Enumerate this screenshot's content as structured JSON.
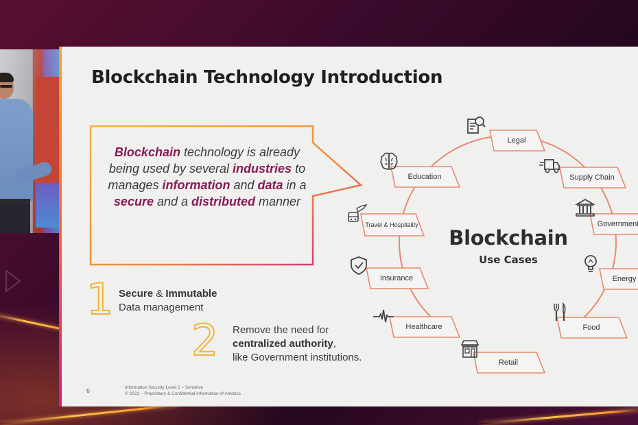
{
  "slide": {
    "title": "Blockchain Technology Introduction",
    "callout": {
      "parts": [
        {
          "text": "Blockchain",
          "highlight": true
        },
        {
          "text": " technology is already being used by several ",
          "highlight": false
        },
        {
          "text": "industries",
          "highlight": true
        },
        {
          "text": " to manages ",
          "highlight": false
        },
        {
          "text": "information",
          "highlight": true
        },
        {
          "text": " and ",
          "highlight": false
        },
        {
          "text": "data",
          "highlight": true
        },
        {
          "text": " in a ",
          "highlight": false
        },
        {
          "text": "secure",
          "highlight": true
        },
        {
          "text": " and a ",
          "highlight": false
        },
        {
          "text": "distributed",
          "highlight": true
        },
        {
          "text": " manner",
          "highlight": false
        }
      ]
    },
    "point1": {
      "number": "1",
      "bold1": "Secure",
      "mid": " & ",
      "bold2": "Immutable",
      "line2": "Data management"
    },
    "point2": {
      "number": "2",
      "line1": "Remove the need for",
      "bold": "centralized authority",
      "after_bold": ",",
      "line3": "like Government institutions."
    },
    "use_cases": {
      "title": "Blockchain",
      "subtitle": "Use Cases",
      "items": [
        {
          "label": "Legal",
          "icon": "document-search-icon"
        },
        {
          "label": "Supply Chain",
          "icon": "delivery-truck-icon"
        },
        {
          "label": "Government",
          "icon": "government-building-icon"
        },
        {
          "label": "Energy",
          "icon": "lightbulb-icon"
        },
        {
          "label": "Food",
          "icon": "fork-knife-icon"
        },
        {
          "label": "Retail",
          "icon": "storefront-icon"
        },
        {
          "label": "Healthcare",
          "icon": "heartbeat-icon"
        },
        {
          "label": "Insurance",
          "icon": "shield-check-icon"
        },
        {
          "label": "Travel & Hospitality",
          "icon": "plane-bus-icon"
        },
        {
          "label": "Education",
          "icon": "brain-icon"
        }
      ]
    },
    "footer": {
      "page_number": "6",
      "line1": "Information Security Level 2 – Sensitive",
      "line2": "© 2021 – Proprietary & Confidential Information of Amdocs"
    }
  },
  "colors": {
    "highlight": "#8a1a55",
    "accent_orange": "#f2b33a",
    "diagram_line": "#e9896f",
    "background_stage": "#3b0a2c"
  }
}
